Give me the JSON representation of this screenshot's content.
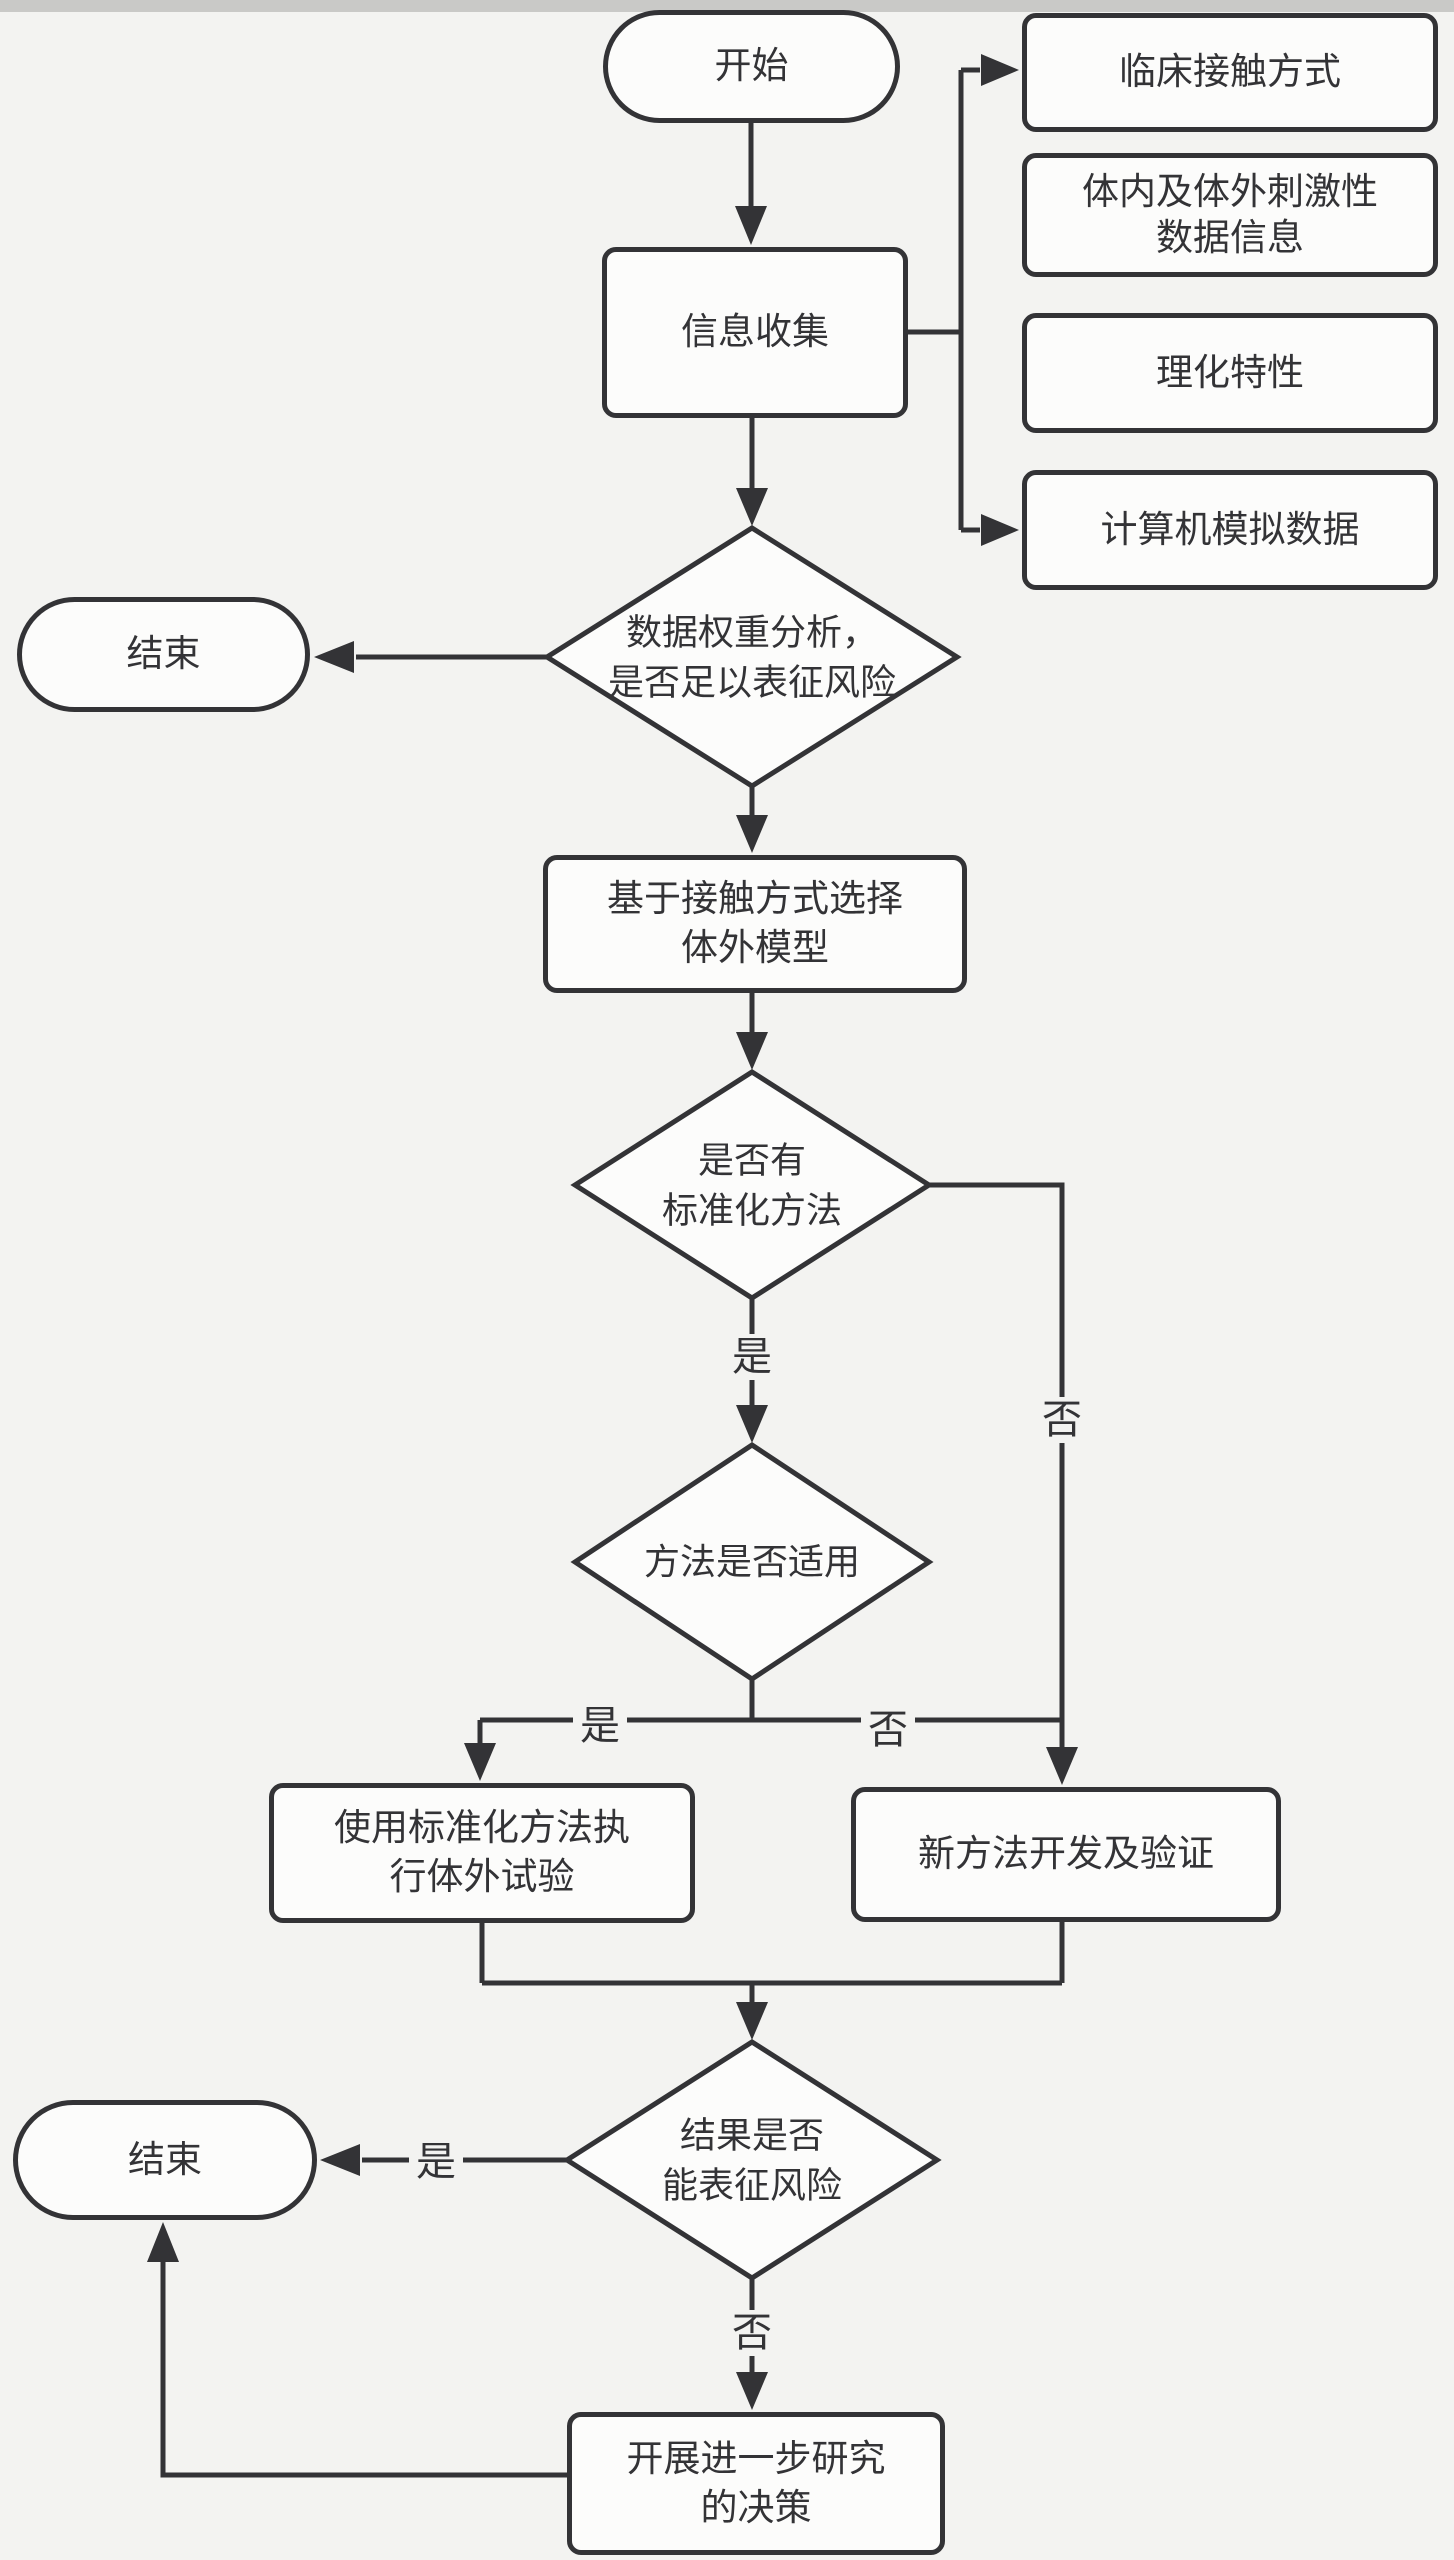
{
  "page": {
    "bg": "#f3f3f1",
    "ink": "#333336",
    "node_bg": "#fcfcfb"
  },
  "flowchart": {
    "nodes": {
      "start": {
        "label": "开始"
      },
      "collect": {
        "label": "信息收集"
      },
      "clinical": {
        "label": "临床接触方式"
      },
      "invivo": {
        "line1": "体内及体外刺激性",
        "line2": "数据信息"
      },
      "physchem": {
        "label": "理化特性"
      },
      "simulation": {
        "label": "计算机模拟数据"
      },
      "weight": {
        "line1": "数据权重分析，",
        "line2": "是否足以表征风险"
      },
      "end_top": {
        "label": "结束"
      },
      "select_model": {
        "line1": "基于接触方式选择",
        "line2": "体外模型"
      },
      "has_standard": {
        "line1": "是否有",
        "line2": "标准化方法"
      },
      "applicable": {
        "label": "方法是否适用"
      },
      "use_standard": {
        "line1": "使用标准化方法执",
        "line2": "行体外试验"
      },
      "new_method": {
        "label": "新方法开发及验证"
      },
      "characterize": {
        "line1": "结果是否",
        "line2": "能表征风险"
      },
      "end_bottom": {
        "label": "结束"
      },
      "further": {
        "line1": "开展进一步研究",
        "line2": "的决策"
      }
    },
    "branch_labels": {
      "yes": "是",
      "no": "否"
    }
  }
}
